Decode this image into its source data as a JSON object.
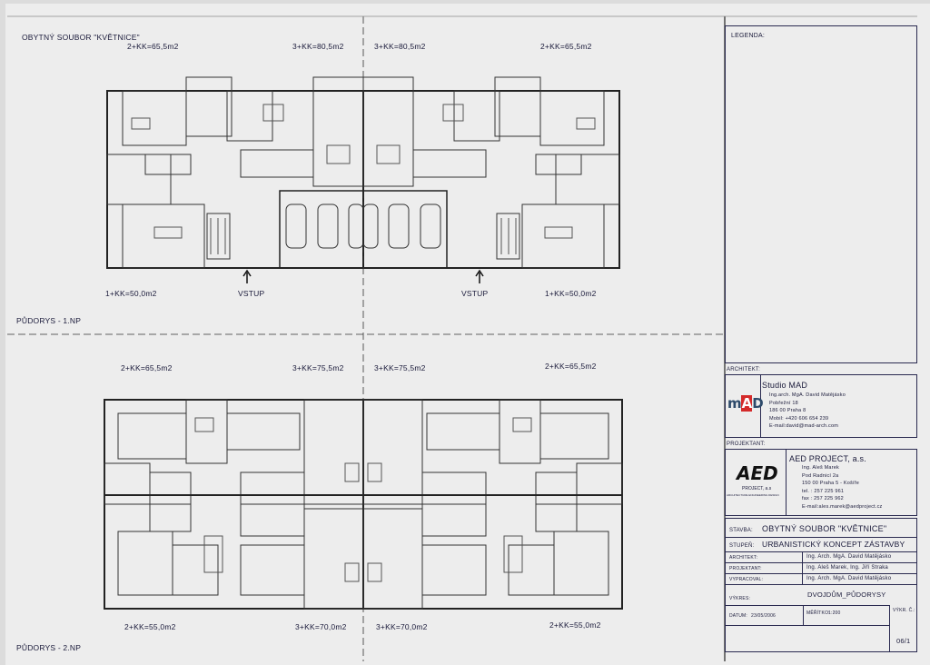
{
  "project_title": "OBYTNÝ SOUBOR \"KVĚTNICE\"",
  "floor1": {
    "title": "PŮDORYS - 1.NP",
    "top_labels": [
      "2+KK=65,5m2",
      "3+KK=80,5m2",
      "3+KK=80,5m2",
      "2+KK=65,5m2"
    ],
    "bottom_labels": [
      "1+KK=50,0m2",
      "VSTUP",
      "VSTUP",
      "1+KK=50,0m2"
    ]
  },
  "floor2": {
    "title": "PŮDORYS - 2.NP",
    "top_labels": [
      "2+KK=65,5m2",
      "3+KK=75,5m2",
      "3+KK=75,5m2",
      "2+KK=65,5m2"
    ],
    "bottom_labels": [
      "2+KK=55,0m2",
      "3+KK=70,0m2",
      "3+KK=70,0m2",
      "2+KK=55,0m2"
    ]
  },
  "legend": {
    "title": "LEGENDA:"
  },
  "architect": {
    "section_label": "ARCHITEKT:",
    "logo_text": "MAD",
    "name": "Studio MAD",
    "lines": [
      "Ing.arch. MgA. David Matějásko",
      "Pobřežní 18",
      "186 00  Praha 8",
      "Mobil: +420 606 654 239",
      "E-mail:david@mad-arch.com"
    ]
  },
  "designer": {
    "section_label": "PROJEKTANT:",
    "logo_text": "AED",
    "logo_sub": "PROJECT, a.s",
    "logo_tag": "ARCHITECTURE ENGINEERING DESIGN",
    "name": "AED PROJECT,  a.s.",
    "lines": [
      "Ing. Aleš  Marek",
      "Pod Radnicí 2a",
      "150 00 Praha 5 - Košíře",
      "tel. : 257 225 961",
      "fax : 257 225 962",
      "E-mail:ales.marek@aedproject.cz"
    ]
  },
  "title_block": {
    "stavba_label": "STAVBA:",
    "stavba": "OBYTNÝ SOUBOR \"KVĚTNICE\"",
    "stupen_label": "STUPEŇ:",
    "stupen": "URBANISTICKÝ KONCEPT ZÁSTAVBY",
    "architekt_label": "ARCHITEKT:",
    "architekt": "Ing. Arch. MgA. David Matějásko",
    "projektant_label": "PROJEKTANT:",
    "projektant": "Ing. Aleš Marek, Ing. Jiří Straka",
    "vypracoval_label": "VYPRACOVAL:",
    "vypracoval": "Ing. Arch. MgA. David Matějásko",
    "vykres_label": "VÝKRES:",
    "vykres": "DVOJDŮM_PŮDORYSY",
    "datum_label": "DATUM:",
    "datum": "23/05/2006",
    "meritko_label": "MĚŘÍTKO:",
    "meritko": "1:200",
    "cislo_label": "VÝKR. Č.:",
    "cislo": "06/1"
  }
}
